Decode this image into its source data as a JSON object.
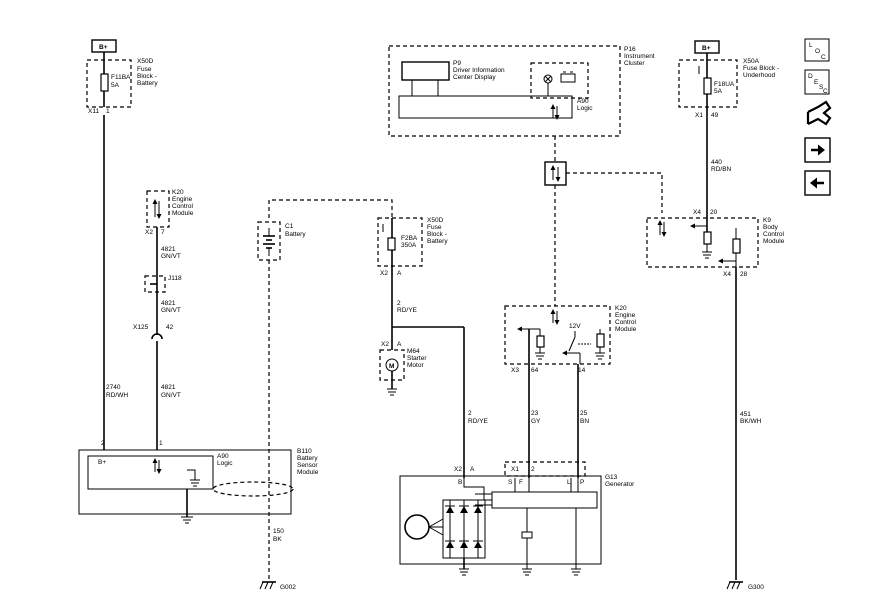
{
  "power": {
    "bplus_left": "B+",
    "bplus_right": "B+"
  },
  "fuse_block_battery": {
    "connector_label": "X50D",
    "name": [
      "Fuse",
      "Block -",
      "Battery"
    ],
    "fuse_id": "F11BA",
    "fuse_rating": "5A",
    "connector": "X11",
    "pin": "1"
  },
  "fuse_block_underhood": {
    "connector_label": "X50A",
    "name": [
      "Fuse Block -",
      "Underhood"
    ],
    "fuse_id": "F18UA",
    "fuse_rating": "5A",
    "connector": "X1",
    "pin": "49"
  },
  "instrument_cluster": {
    "id": "P16",
    "name": [
      "Instrument",
      "Cluster"
    ],
    "display_id": "P9",
    "display_name": [
      "Driver Information",
      "Center Display"
    ],
    "logic_id": "A90",
    "logic_name": "Logic"
  },
  "ecm_top": {
    "id": "K20",
    "name": [
      "Engine",
      "Control",
      "Module"
    ],
    "connector": "X2",
    "pin": "7"
  },
  "battery": {
    "id": "C1",
    "name": "Battery"
  },
  "fuse_block_battery_2": {
    "connector_label": "X50D",
    "name": [
      "Fuse",
      "Block -",
      "Battery"
    ],
    "fuse_id": "F2BA",
    "fuse_rating": "350A",
    "connector": "X2",
    "pin": "A"
  },
  "body_control_module": {
    "id": "K9",
    "name": [
      "Body",
      "Control",
      "Module"
    ],
    "connector_top": "X4",
    "pin_top": "20",
    "connector_bottom": "X4",
    "pin_bottom": "28"
  },
  "wires": {
    "w440": {
      "circuit": "440",
      "color": "RD/BN"
    },
    "w4821_a": {
      "circuit": "4821",
      "color": "GN/VT"
    },
    "w4821_b": {
      "circuit": "4821",
      "color": "GN/VT"
    },
    "w4821_c": {
      "circuit": "4821",
      "color": "GN/VT"
    },
    "w2740": {
      "circuit": "2740",
      "color": "RD/WH"
    },
    "w2_top": {
      "circuit": "2",
      "color": "RD/YE"
    },
    "w2_mid": {
      "circuit": "2",
      "color": "RD/YE"
    },
    "w23": {
      "circuit": "23",
      "color": "GY"
    },
    "w25": {
      "circuit": "25",
      "color": "BN"
    },
    "w451": {
      "circuit": "451",
      "color": "BK/WH"
    },
    "w150": {
      "circuit": "150",
      "color": "BK"
    }
  },
  "splice": {
    "id": "J118"
  },
  "inline_connector": {
    "id": "X125",
    "pin": "42"
  },
  "starter_motor": {
    "id": "M64",
    "name": [
      "Starter",
      "Motor"
    ],
    "connector": "X2",
    "pin": "A",
    "symbol": "M"
  },
  "ecm_mid": {
    "id": "K20",
    "name": [
      "Engine",
      "Control",
      "Module"
    ],
    "voltage": "12V",
    "connector": "X3",
    "pin_left": "64",
    "pin_right": "14"
  },
  "battery_sensor_module": {
    "id": "B110",
    "name": [
      "Battery",
      "Sensor",
      "Module"
    ],
    "logic_id": "A90",
    "logic_name": "Logic",
    "terminal": "B+",
    "pin_left": "2",
    "pin_right": "1"
  },
  "generator": {
    "id": "G13",
    "name": "Generator",
    "x2_connector": "X2",
    "x2_pin": "A",
    "x1_connector": "X1",
    "x1_pin": "2",
    "term_b": "B",
    "term_s": "S",
    "term_f": "F",
    "term_l": "L",
    "term_p": "P"
  },
  "grounds": {
    "g002": "G002",
    "g300": "G300"
  },
  "toolbar": {
    "loc_label": [
      "L",
      "O",
      "C"
    ],
    "desc_label": [
      "D",
      "E",
      "S",
      "C"
    ]
  }
}
